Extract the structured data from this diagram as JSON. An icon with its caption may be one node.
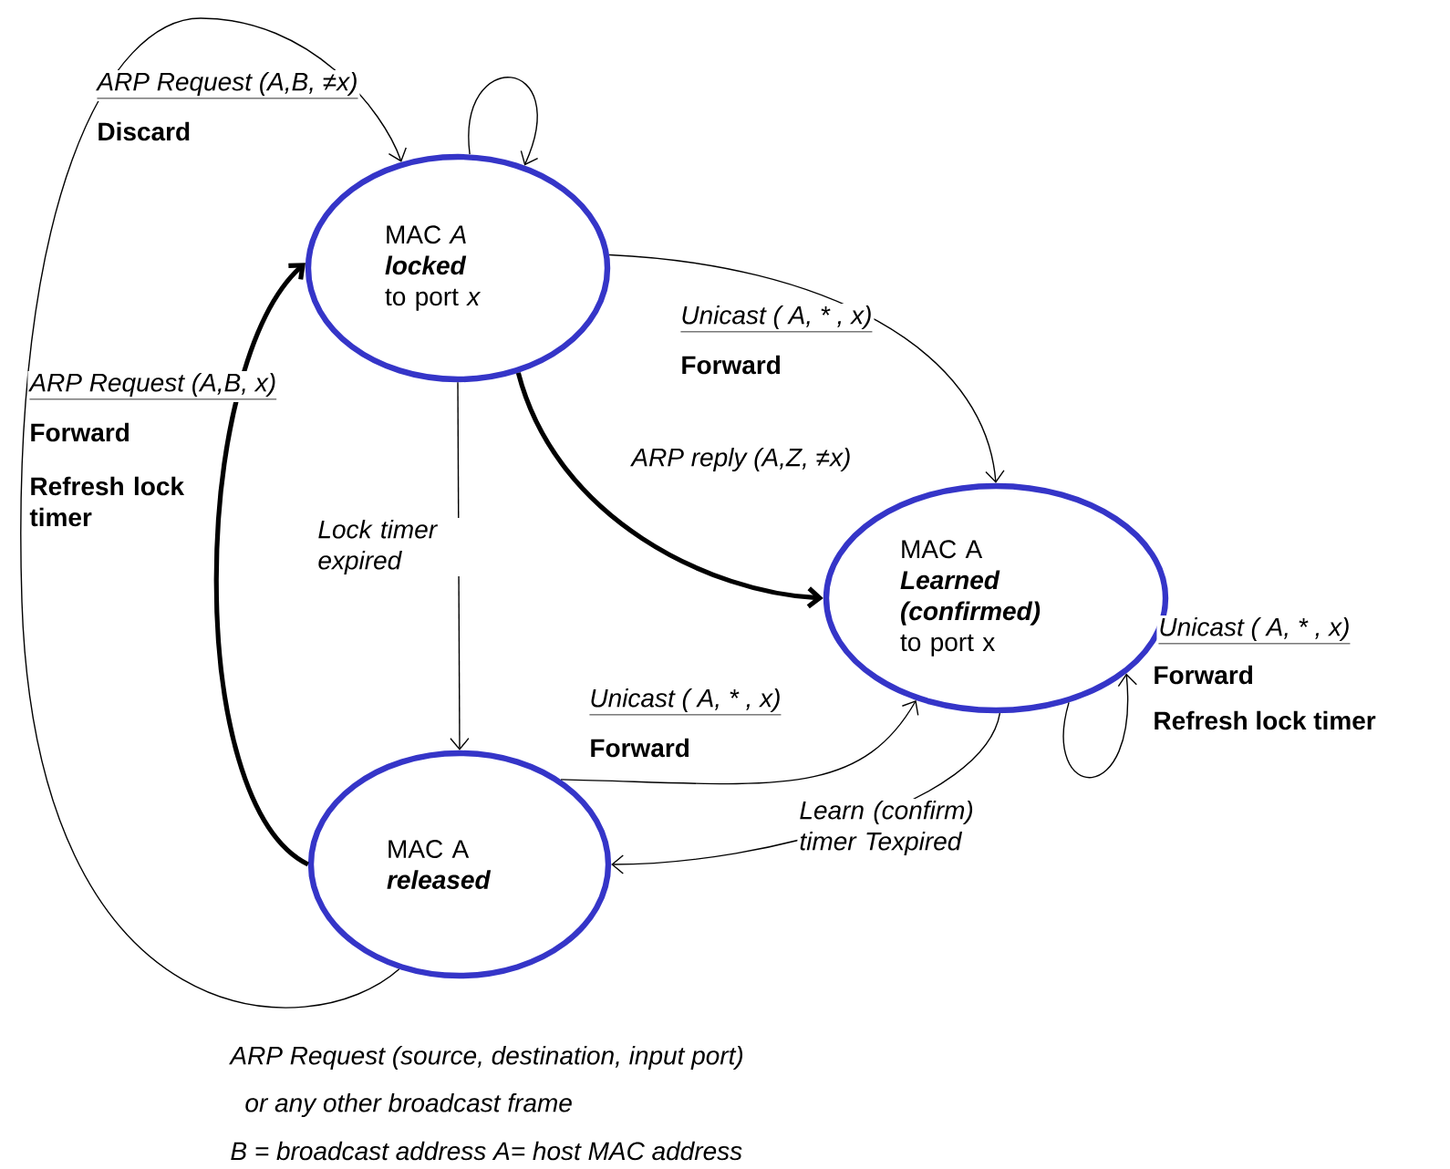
{
  "diagram": {
    "nodes": [
      {
        "text": [
          "MAC *A*",
          "locked",
          "to port *x*"
        ]
      },
      {
        "text": [
          "MAC A",
          "Learned (confirmed)",
          "to port x"
        ]
      },
      {
        "text": [
          "MAC A",
          "released"
        ]
      }
    ],
    "edges": [
      {
        "from": 2,
        "to": 0,
        "arrow": "to",
        "label": "ARP Request (A,B, ≠x)"
      },
      {
        "from": 0,
        "to": 0,
        "arrow": "to"
      },
      {
        "from": 2,
        "to": 0,
        "arrow": "to",
        "style": "thick",
        "label": "ARP Request (A,B, x)"
      },
      {
        "from": 0,
        "to": 1,
        "arrow": "to",
        "label": "Unicast ( A, * , x)"
      },
      {
        "from": 0,
        "to": 1,
        "arrow": "to",
        "style": "thick",
        "label": "ARP reply (A,Z, ≠x)"
      },
      {
        "from": 0,
        "to": 2,
        "arrow": "to",
        "label": "Lock timer expired"
      },
      {
        "from": 2,
        "to": 1,
        "arrow": "to",
        "label": "Unicast ( A, * , x)"
      },
      {
        "from": 1,
        "to": 2,
        "arrow": "to",
        "label": "Learn (confirm) timer Texpired"
      },
      {
        "from": 1,
        "to": 1,
        "arrow": "to",
        "label": "Unicast ( A, * , x)"
      }
    ],
    "labels": [
      "Discard",
      "Forward",
      "Refresh lock timer",
      "Forward",
      "Forward",
      "Refresh lock timer",
      "Forward",
      "ARP Request (source, destination, input port)",
      "or any other broadcast frame",
      "B = broadcast address A= host MAC address"
    ]
  }
}
